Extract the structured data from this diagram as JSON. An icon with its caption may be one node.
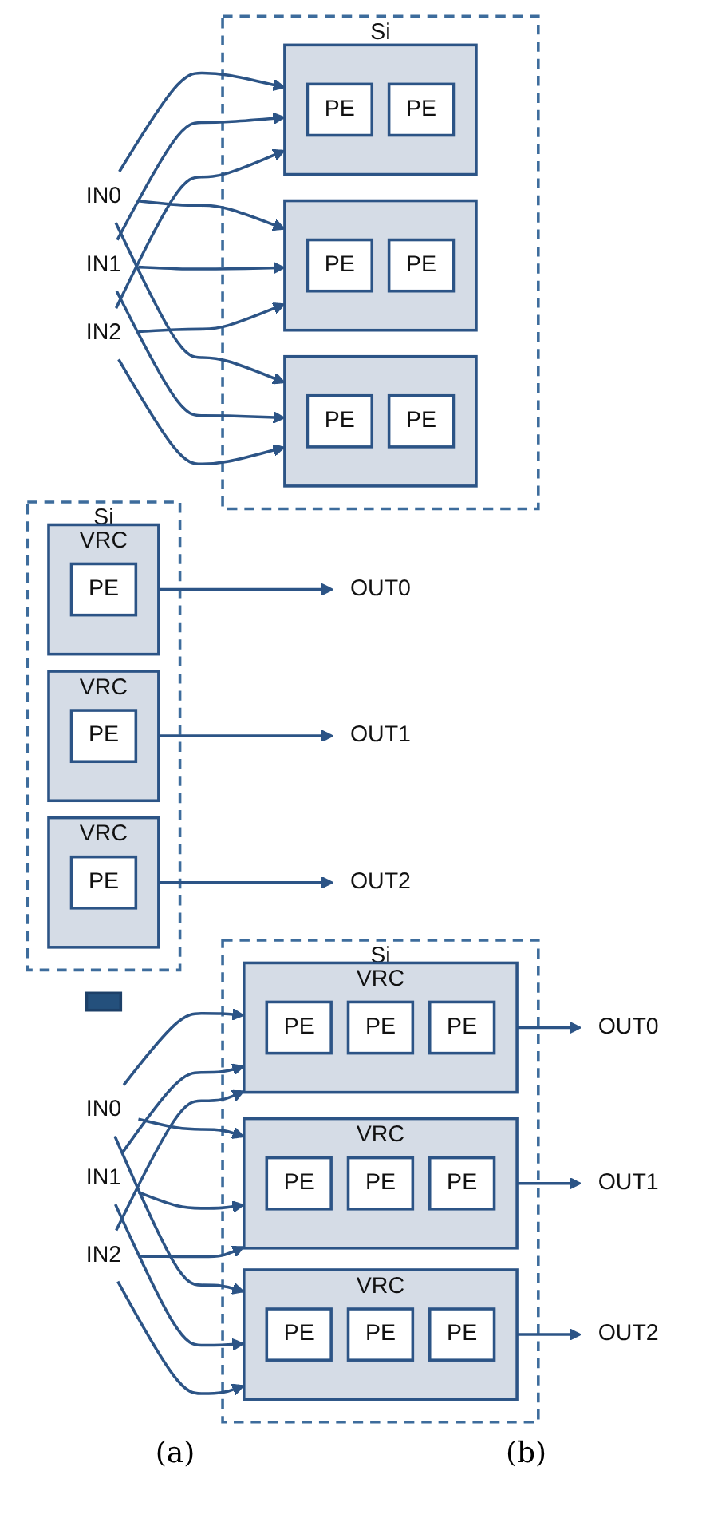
{
  "diagram": {
    "nodes": [
      {
        "text": [
          "Si"
        ]
      },
      {
        "text": [
          "VRC"
        ],
        "in": 0
      },
      {
        "text": [
          "PE"
        ],
        "in": 1
      },
      {
        "text": [
          "PE"
        ],
        "in": 1
      },
      {
        "text": [
          "PE"
        ],
        "in": 1
      },
      {
        "text": [
          "VRC"
        ],
        "in": 0
      },
      {
        "text": [
          "PE"
        ],
        "in": 5
      },
      {
        "text": [
          "PE"
        ],
        "in": 5
      },
      {
        "text": [
          "PE"
        ],
        "in": 5
      },
      {
        "text": [
          "VRC"
        ],
        "in": 0
      },
      {
        "text": [
          "PE"
        ],
        "in": 9
      },
      {
        "text": [
          "PE"
        ],
        "in": 9
      },
      {
        "text": [
          "PE"
        ],
        "in": 9
      },
      {
        "text": [
          "IN0"
        ]
      },
      {
        "text": [
          "IN1"
        ]
      },
      {
        "text": [
          "IN2"
        ]
      },
      {
        "text": [
          "OUT0"
        ]
      },
      {
        "text": [
          "OUT1"
        ]
      },
      {
        "text": [
          "OUT2"
        ]
      },
      {
        "text": [
          "Si"
        ]
      },
      {
        "text": [],
        "shape": "box",
        "in": 19
      },
      {
        "text": [
          "PE"
        ],
        "in": 20
      },
      {
        "text": [
          "PE"
        ],
        "in": 20
      },
      {
        "text": [],
        "shape": "box",
        "in": 19
      },
      {
        "text": [
          "PE"
        ],
        "in": 23
      },
      {
        "text": [
          "PE"
        ],
        "in": 23
      },
      {
        "text": [],
        "shape": "box",
        "in": 19
      },
      {
        "text": [
          "PE"
        ],
        "in": 26
      },
      {
        "text": [
          "PE"
        ],
        "in": 26
      },
      {
        "text": [],
        "shape": "bar"
      },
      {
        "text": [
          "Si"
        ]
      },
      {
        "text": [
          "VRC"
        ],
        "in": 30
      },
      {
        "text": [
          "PE"
        ],
        "in": 31
      },
      {
        "text": [
          "VRC"
        ],
        "in": 30
      },
      {
        "text": [
          "PE"
        ],
        "in": 33
      },
      {
        "text": [
          "VRC"
        ],
        "in": 30
      },
      {
        "text": [
          "PE"
        ],
        "in": 35
      },
      {
        "text": [
          "IN0"
        ]
      },
      {
        "text": [
          "IN1"
        ]
      },
      {
        "text": [
          "IN2"
        ]
      },
      {
        "text": [
          "OUT0"
        ]
      },
      {
        "text": [
          "OUT1"
        ]
      },
      {
        "text": [
          "OUT2"
        ]
      }
    ],
    "edges": [
      {
        "from": 13,
        "to": 1,
        "arrow": "to"
      },
      {
        "from": 13,
        "to": 5,
        "arrow": "to"
      },
      {
        "from": 13,
        "to": 9,
        "arrow": "to"
      },
      {
        "from": 14,
        "to": 1,
        "arrow": "to"
      },
      {
        "from": 14,
        "to": 5,
        "arrow": "to"
      },
      {
        "from": 14,
        "to": 9,
        "arrow": "to"
      },
      {
        "from": 15,
        "to": 1,
        "arrow": "to"
      },
      {
        "from": 15,
        "to": 5,
        "arrow": "to"
      },
      {
        "from": 15,
        "to": 9,
        "arrow": "to"
      },
      {
        "from": 1,
        "to": 16,
        "arrow": "to"
      },
      {
        "from": 5,
        "to": 17,
        "arrow": "to"
      },
      {
        "from": 9,
        "to": 18,
        "arrow": "to"
      },
      {
        "from": 37,
        "to": 20,
        "arrow": "to"
      },
      {
        "from": 37,
        "to": 23,
        "arrow": "to"
      },
      {
        "from": 37,
        "to": 26,
        "arrow": "to"
      },
      {
        "from": 38,
        "to": 20,
        "arrow": "to"
      },
      {
        "from": 38,
        "to": 23,
        "arrow": "to"
      },
      {
        "from": 38,
        "to": 26,
        "arrow": "to"
      },
      {
        "from": 39,
        "to": 20,
        "arrow": "to"
      },
      {
        "from": 39,
        "to": 23,
        "arrow": "to"
      },
      {
        "from": 39,
        "to": 26,
        "arrow": "to"
      },
      {
        "from": 31,
        "to": 40,
        "arrow": "to"
      },
      {
        "from": 33,
        "to": 41,
        "arrow": "to"
      },
      {
        "from": 35,
        "to": 42,
        "arrow": "to"
      }
    ],
    "labels": [
      "(a)",
      "(b)"
    ]
  }
}
